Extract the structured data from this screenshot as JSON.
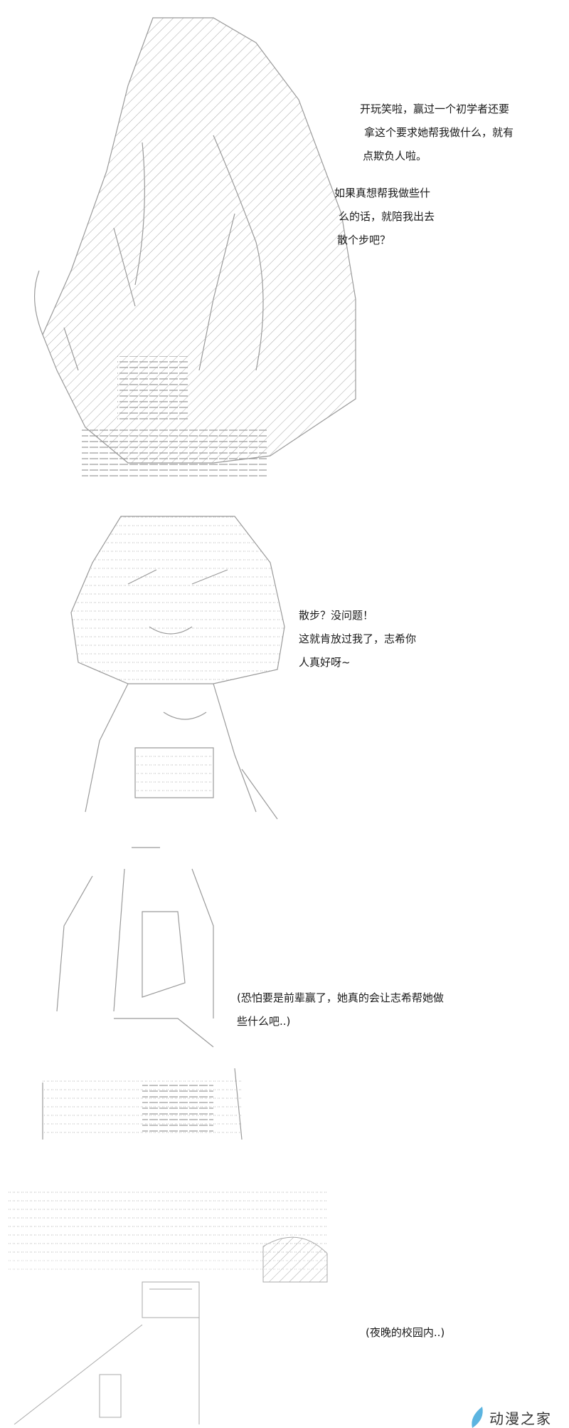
{
  "panels": [
    {
      "name": "panel-1",
      "lines": [
        "开玩笑啦，赢过一个初学者还要",
        "拿这个要求她帮我做什么，就有",
        "点欺负人啦。"
      ]
    },
    {
      "name": "panel-1b",
      "lines": [
        "如果真想帮我做些什",
        "么的话，就陪我出去",
        "散个步吧？"
      ]
    },
    {
      "name": "panel-2",
      "lines": [
        "散步？没问题！",
        "这就肯放过我了，志希你",
        "人真好呀~"
      ]
    },
    {
      "name": "panel-3",
      "lines": [
        "(恐怕要是前辈赢了，她真的会让志希帮她做",
        "些什么吧..)"
      ]
    },
    {
      "name": "panel-4",
      "lines": [
        "(夜晚的校园内..)"
      ]
    }
  ],
  "watermark": {
    "text": "动漫之家",
    "color": "#5bb4e0"
  },
  "colors": {
    "art": "#9a9a9a",
    "text": "#1a1a1a"
  }
}
